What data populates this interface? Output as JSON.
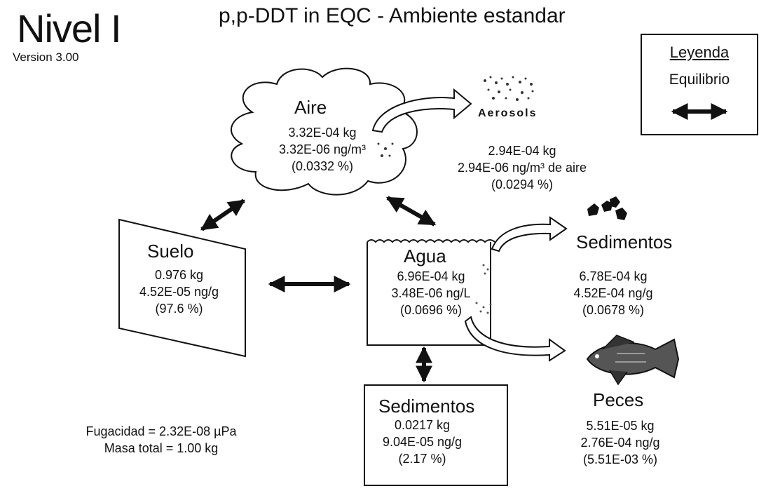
{
  "header": {
    "level": "Nivel I",
    "version": "Version 3.00",
    "title": "p,p-DDT in EQC - Ambiente estandar"
  },
  "legend": {
    "title": "Leyenda",
    "item": "Equilibrio"
  },
  "air": {
    "label": "Aire",
    "mass": "3.32E-04 kg",
    "conc": "3.32E-06 ng/m³",
    "pct": "(0.0332 %)"
  },
  "aerosols": {
    "label": "Aerosols",
    "mass": "2.94E-04 kg",
    "conc": "2.94E-06 ng/m³ de aire",
    "pct": "(0.0294 %)"
  },
  "soil": {
    "label": "Suelo",
    "mass": "0.976 kg",
    "conc": "4.52E-05 ng/g",
    "pct": "(97.6 %)"
  },
  "water": {
    "label": "Agua",
    "mass": "6.96E-04 kg",
    "conc": "3.48E-06 ng/L",
    "pct": "(0.0696 %)"
  },
  "suspended_sediments": {
    "label": "Sedimentos",
    "mass": "6.78E-04 kg",
    "conc": "4.52E-04 ng/g",
    "pct": "(0.0678 %)"
  },
  "sediments": {
    "label": "Sedimentos",
    "mass": "0.0217 kg",
    "conc": "9.04E-05 ng/g",
    "pct": "(2.17 %)"
  },
  "fish": {
    "label": "Peces",
    "mass": "5.51E-05 kg",
    "conc": "2.76E-04 ng/g",
    "pct": "(5.51E-03 %)"
  },
  "summary": {
    "fugacity": "Fugacidad = 2.32E-08 µPa",
    "total_mass": "Masa total = 1.00 kg"
  }
}
